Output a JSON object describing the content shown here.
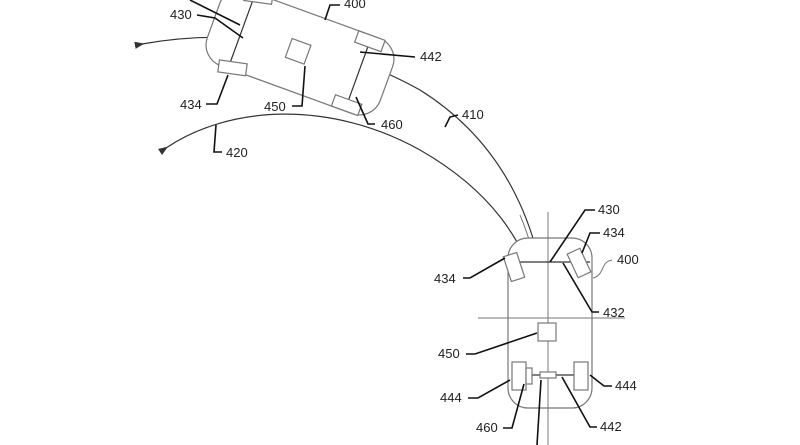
{
  "figure": {
    "top_vehicle": {
      "vehicle": "400",
      "front_axle": "430",
      "front_wheel": "434",
      "rear_axle": "442",
      "controller": "450",
      "rear_component": "460"
    },
    "paths": {
      "path_a": "410",
      "path_b": "420"
    },
    "bottom_vehicle": {
      "front_axle": "430",
      "front_wheel_right": "434",
      "vehicle": "400",
      "front_wheel_left": "434",
      "steering_link": "432",
      "controller": "450",
      "rear_wheel_left": "444",
      "rear_wheel_right": "444",
      "rear_component": "460",
      "rear_axle": "442"
    }
  }
}
